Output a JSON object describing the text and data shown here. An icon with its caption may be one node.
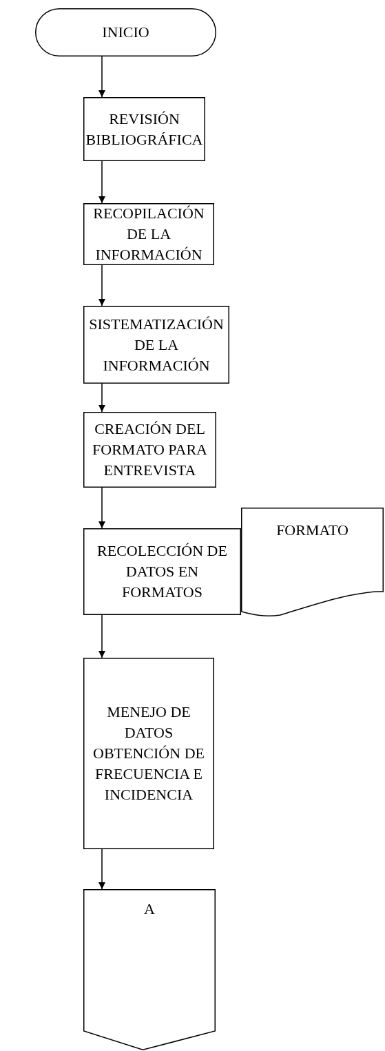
{
  "diagram": {
    "nodes": [
      {
        "text": [
          "INICIO"
        ]
      },
      {
        "text": [
          "REVISIÓN BIBLIOGRÁFICA"
        ]
      },
      {
        "text": [
          "RECOPILACIÓN DE LA INFORMACIÓN"
        ]
      },
      {
        "text": [
          "SISTEMATIZACIÓN DE LA INFORMACIÓN"
        ]
      },
      {
        "text": [
          "CREACIÓN DEL FORMATO PARA ENTREVISTA"
        ]
      },
      {
        "text": [
          "RECOLECCIÓN DE DATOS EN FORMATOS"
        ]
      },
      {
        "text": [
          "FORMATO"
        ]
      },
      {
        "text": [
          "MENEJO DE DATOS OBTENCIÓN DE FRECUENCIA E INCIDENCIA"
        ]
      },
      {
        "text": [
          "A"
        ]
      }
    ],
    "edges": [
      {
        "from": 0,
        "to": 1,
        "arrow": "to"
      },
      {
        "from": 1,
        "to": 2,
        "arrow": "to"
      },
      {
        "from": 2,
        "to": 3,
        "arrow": "to"
      },
      {
        "from": 3,
        "to": 4,
        "arrow": "to"
      },
      {
        "from": 4,
        "to": 5,
        "arrow": "to"
      },
      {
        "from": 5,
        "to": 7,
        "arrow": "to"
      },
      {
        "from": 7,
        "to": 8,
        "arrow": "to"
      }
    ]
  }
}
